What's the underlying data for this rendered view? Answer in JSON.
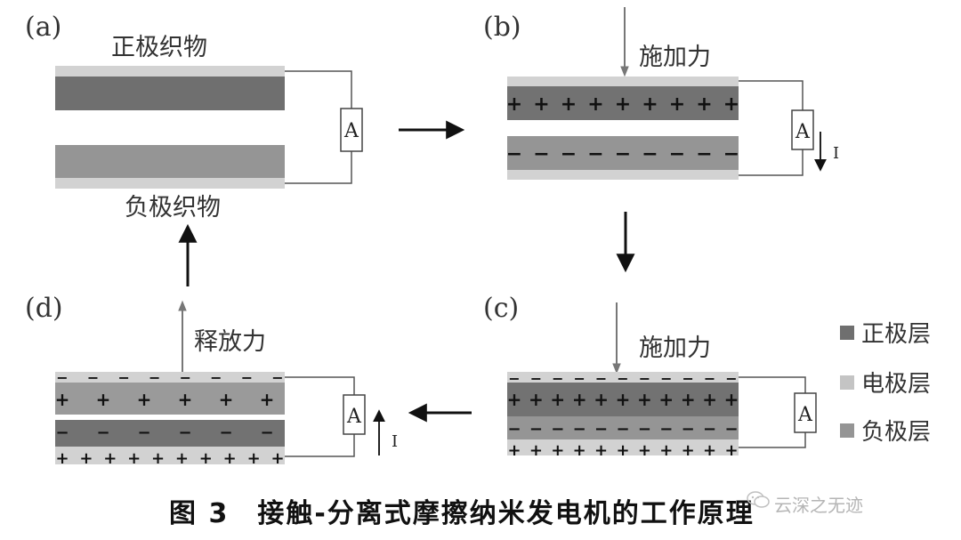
{
  "panels": {
    "a": {
      "tag": "(a)",
      "top_label": "正极织物",
      "bottom_label": "负极织物",
      "meter": "A"
    },
    "b": {
      "tag": "(b)",
      "force_label": "施加力",
      "meter": "A",
      "current": "I"
    },
    "c": {
      "tag": "(c)",
      "force_label": "施加力",
      "meter": "A"
    },
    "d": {
      "tag": "(d)",
      "force_label": "释放力",
      "meter": "A",
      "current": "I"
    }
  },
  "charges": {
    "plus": "+",
    "minus": "−"
  },
  "legend": [
    {
      "label": "正极层",
      "color": "#727272"
    },
    {
      "label": "电极层",
      "color": "#c4c4c4"
    },
    {
      "label": "负极层",
      "color": "#959595"
    }
  ],
  "caption": "图 3　接触-分离式摩擦纳米发电机的工作原理",
  "watermark": "云深之无迹"
}
